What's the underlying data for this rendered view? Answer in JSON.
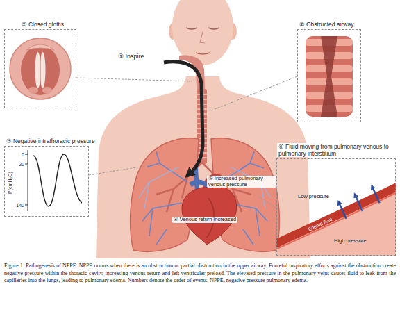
{
  "diagram": {
    "caption": "Figure 1. Pathogenesis of NPPE. NPPE occurs when there is an obstruction or partial obstruction in the upper airway. Forceful inspiratory efforts against the obstruction create negative pressure within the thoracic cavity, increasing venous return and left ventricular preload. The elevated pressure in the pulmonary veins causes fluid to leak from the capillaries into the lungs, leading to pulmonary edema. Numbers denote the order of events. NPPE, negative pressure pulmonary edema.",
    "nodes": [
      {
        "text": [
          "② Closed glottis"
        ]
      },
      {
        "text": [
          "② Obstructed airway"
        ]
      },
      {
        "text": [
          "③ Negative intrathoracic pressure",
          "0",
          "-20",
          "-140",
          "P(cmH₂O)"
        ]
      },
      {
        "text": [
          "⑥ Fluid moving from pulmonary venous to pulmonary interstitium",
          "Low pressure",
          "Edema fluid",
          "High pressure"
        ]
      }
    ],
    "labels": [
      "① Inspire",
      "④ Venous return increased",
      "⑤ Increased pulmonary venous pressure"
    ]
  }
}
